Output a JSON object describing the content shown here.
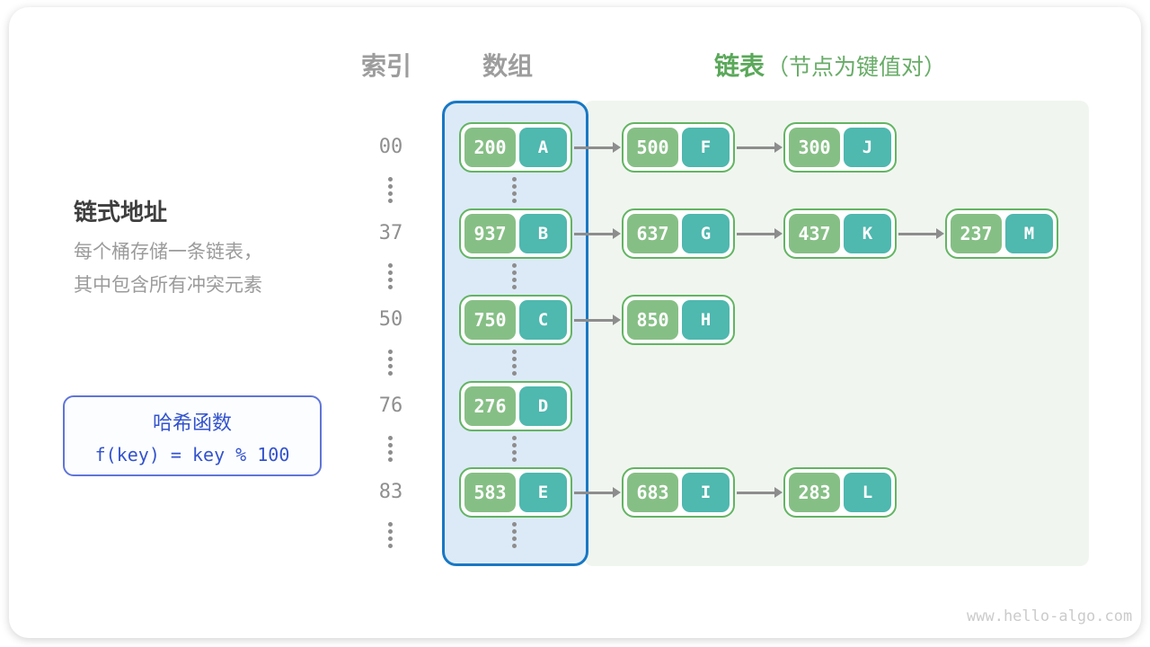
{
  "header": {
    "index_label": "索引",
    "array_label": "数组",
    "list_label": "链表",
    "list_note": "（节点为键值对）"
  },
  "side": {
    "title": "链式地址",
    "description_lines": [
      "每个桶存储一条链表，",
      "其中包含所有冲突元素"
    ],
    "hash_box": {
      "title": "哈希函数",
      "formula": "f(key) = key % 100"
    }
  },
  "rows": [
    {
      "index": "00",
      "bucket": {
        "key": "200",
        "value": "A"
      },
      "chain": [
        {
          "key": "500",
          "value": "F"
        },
        {
          "key": "300",
          "value": "J"
        }
      ]
    },
    {
      "index": "37",
      "bucket": {
        "key": "937",
        "value": "B"
      },
      "chain": [
        {
          "key": "637",
          "value": "G"
        },
        {
          "key": "437",
          "value": "K"
        },
        {
          "key": "237",
          "value": "M"
        }
      ]
    },
    {
      "index": "50",
      "bucket": {
        "key": "750",
        "value": "C"
      },
      "chain": [
        {
          "key": "850",
          "value": "H"
        }
      ]
    },
    {
      "index": "76",
      "bucket": {
        "key": "276",
        "value": "D"
      },
      "chain": []
    },
    {
      "index": "83",
      "bucket": {
        "key": "583",
        "value": "E"
      },
      "chain": [
        {
          "key": "683",
          "value": "I"
        },
        {
          "key": "283",
          "value": "L"
        }
      ]
    }
  ],
  "watermark": "www.hello-algo.com",
  "colors": {
    "key_green": "#86bf85",
    "val_teal": "#4fb8af",
    "node_border": "#63b463",
    "array_border": "#1878c4",
    "array_fill": "#dceaf7",
    "panel_green": "#f0f6ef",
    "hash_border": "#5f75d8",
    "hash_text": "#3353cd",
    "gray_header": "#9d9d9d",
    "gray_index": "#8f8f8f",
    "gray_desc": "#9b9b9b",
    "dark_title": "#3e3e3e",
    "green_bold": "#5aa85a",
    "green_note": "#68ac68",
    "arrow_gray": "#8d8d8d",
    "watermark_gray": "#cbcbcb"
  }
}
